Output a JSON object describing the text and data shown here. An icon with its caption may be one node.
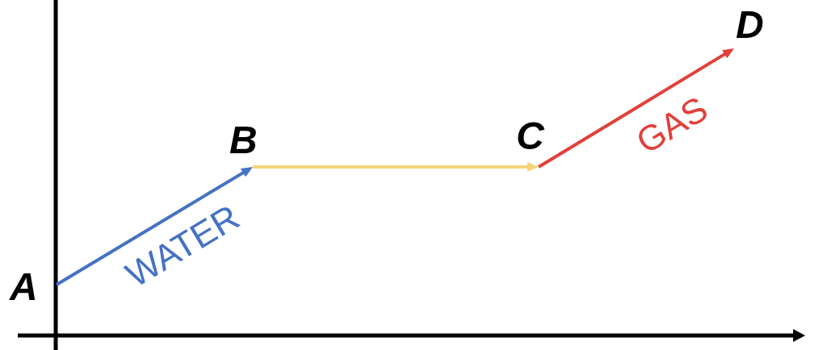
{
  "diagram": {
    "nodes": [
      {
        "text": [
          "A"
        ]
      },
      {
        "text": [
          "B"
        ]
      },
      {
        "text": [
          "C"
        ]
      },
      {
        "text": [
          "D"
        ]
      }
    ],
    "edges": [
      {
        "from": 0,
        "to": 1,
        "arrow": "to",
        "label": "WATER",
        "color": "#4472c4"
      },
      {
        "from": 1,
        "to": 2,
        "arrow": "to",
        "color": "#f5d57a"
      },
      {
        "from": 2,
        "to": 3,
        "arrow": "to",
        "label": "GAS",
        "color": "#e2403a"
      }
    ]
  }
}
